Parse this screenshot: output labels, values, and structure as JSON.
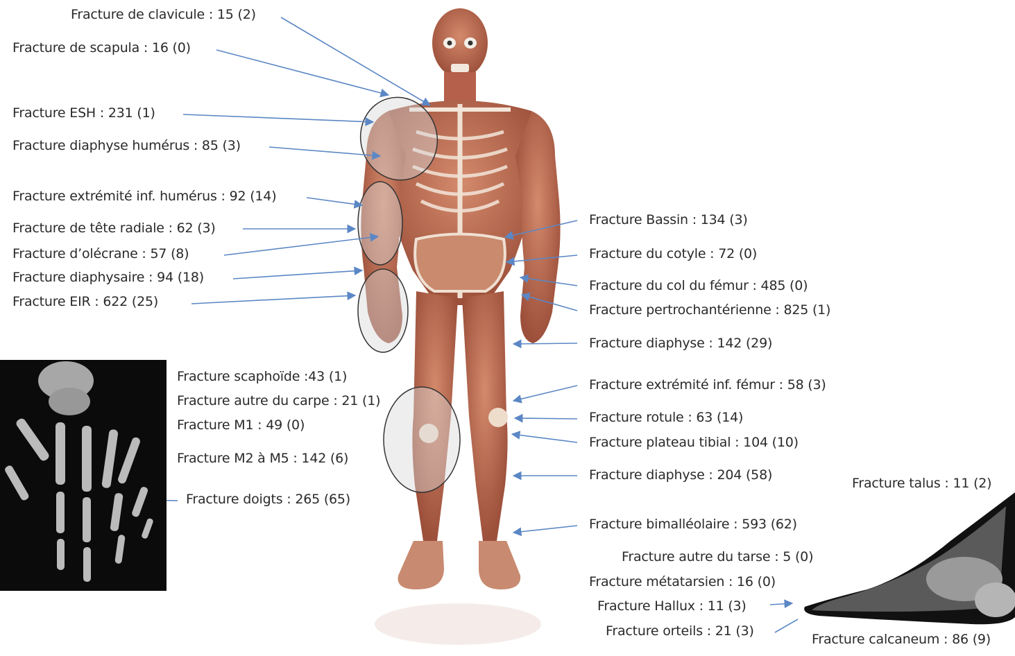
{
  "colors": {
    "arrow": "#5b87c5",
    "skin": "#b96a52",
    "label_text": "#2a2a2a",
    "ellipse_fill": "#d9d9d9"
  },
  "left_labels": [
    "Fracture de clavicule : 15  (2)",
    "Fracture de scapula : 16  (0)",
    "Fracture ESH : 231  (1)",
    "Fracture diaphyse humérus : 85  (3)",
    "Fracture extrémité inf. humérus : 92  (14)",
    "Fracture de tête radiale : 62  (3)",
    "Fracture d’olécrane : 57  (8)",
    "Fracture diaphysaire : 94  (18)",
    "Fracture EIR :  622 (25)"
  ],
  "hand_labels": [
    "Fracture scaphoïde :43  (1)",
    "Fracture autre du carpe : 21  (1)",
    "Fracture M1 :  49  (0)",
    "Fracture M2 à M5 : 142  (6)",
    "Fracture doigts : 265  (65)"
  ],
  "right_labels": [
    "Fracture Bassin : 134  (3)",
    "Fracture du cotyle : 72  (0)",
    "Fracture du col du fémur : 485  (0)",
    "Fracture pertrochantérienne : 825  (1)",
    "Fracture diaphyse : 142  (29)",
    "Fracture extrémité inf. fémur : 58  (3)",
    "Fracture rotule : 63  (14)",
    "Fracture plateau tibial : 104  (10)",
    "Fracture diaphyse :  204  (58)",
    "Fracture bimalléolaire : 593  (62)"
  ],
  "foot_labels": [
    "Fracture talus : 11  (2)",
    "Fracture autre du tarse : 5  (0)",
    "Fracture métatarsien :  16  (0)",
    "Fracture Hallux :  11  (3)",
    "Fracture orteils : 21  (3)",
    "Fracture calcaneum : 86  (9)"
  ]
}
